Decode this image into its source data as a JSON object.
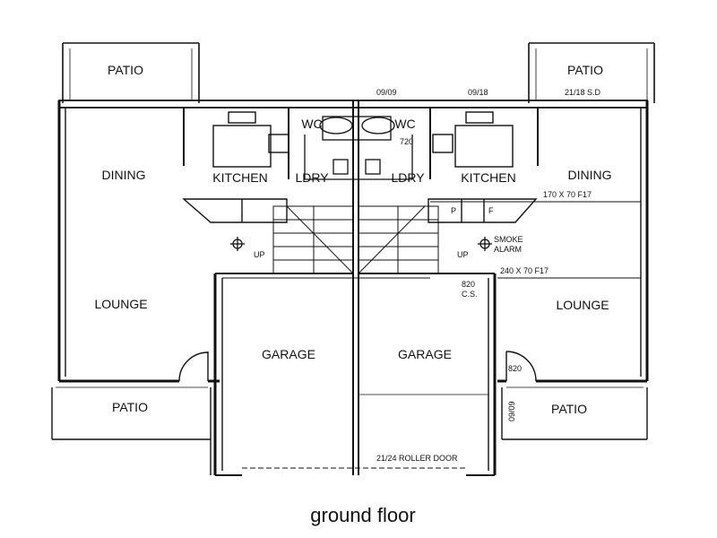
{
  "rooms": {
    "patio_top_left": "PATIO",
    "patio_top_right": "PATIO",
    "dining_left": "DINING",
    "dining_right": "DINING",
    "kitchen_left": "KITCHEN",
    "kitchen_right": "KITCHEN",
    "wc_left": "WC",
    "wc_right": "WC",
    "ldry_left": "LDRY",
    "ldry_right": "LDRY",
    "lounge_left": "LOUNGE",
    "lounge_right": "LOUNGE",
    "garage_left": "GARAGE",
    "garage_right": "GARAGE",
    "patio_bottom_left": "PATIO",
    "patio_bottom_right": "PATIO"
  },
  "annotations": {
    "window_left_top": "09/09",
    "window_mid_top": "09/18",
    "sliding_door": "21/18 S.D",
    "wc_door": "720",
    "beam_dining": "170 X 70 F17",
    "beam_lounge": "240 X 70 F17",
    "stairs_up_left": "UP",
    "stairs_up_right": "UP",
    "smoke_alarm_line1": "SMOKE",
    "smoke_alarm_line2": "ALARM",
    "cs_door_line1": "820",
    "cs_door_line2": "C.S.",
    "entry_door": "820",
    "side_window": "09/09",
    "roller_door": "21/24 ROLLER DOOR",
    "pantry": "P",
    "fridge": "F"
  },
  "caption": "ground floor",
  "colors": {
    "ink": "#111111",
    "background": "#ffffff"
  }
}
